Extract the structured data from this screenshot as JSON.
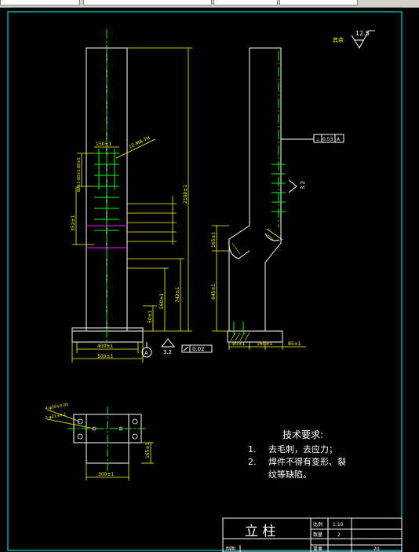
{
  "toolbar": {
    "fields": [
      "",
      "",
      "",
      ""
    ]
  },
  "colors": {
    "background": "#000000",
    "outline": "#ffffff",
    "dimension": "#ffff00",
    "centerline": "#00ff00",
    "frame": "#00ffff",
    "hidden": "#ff00ff"
  },
  "surface_finish": {
    "value": "12.5",
    "symbol_label": "其余",
    "side_value": "3.2",
    "bottom_value": "3.2"
  },
  "front_view": {
    "dims": {
      "bolt_spacing": "150±1",
      "hole_callout": "12-M8-7H",
      "left_a": "60±1",
      "left_b": "60±1",
      "left_c": "60±1",
      "height_group": "352±1",
      "total_height": "2100±1",
      "mid_height": "742±1",
      "lower_height": "560±1",
      "base_height": "50±1",
      "inner_width": "400±1",
      "outer_width": "500±1"
    },
    "datum_label": "A",
    "flatness": "0.02"
  },
  "side_view": {
    "tolerance_symbol": "⊥",
    "tolerance_value": "0.03",
    "tolerance_datum": "A",
    "dims": {
      "upper": "165±1",
      "lower": "645±1",
      "bottom_a": "80±1",
      "bottom_b": "160±1",
      "bottom_c": "85±1"
    }
  },
  "top_view": {
    "hole_callout_1": "4-φ20±0.05",
    "hole_callout_2": "2-φ21±0.1",
    "dim_width": "300±1",
    "dim_depth": "165±1"
  },
  "notes": {
    "title": "技术要求:",
    "items": [
      {
        "num": "1.",
        "text": "去毛刺，去应力；"
      },
      {
        "num": "2.",
        "text": "焊件不得有变形、裂"
      },
      {
        "num": "",
        "text": "纹等缺陷。"
      }
    ]
  },
  "title_block": {
    "part_name": "立  柱",
    "scale_label": "比例",
    "scale_value": "1:10",
    "qty_label": "数量",
    "qty_value": "2",
    "weight_label": "重量",
    "weight_value": "20",
    "drawn_label": "制图"
  }
}
